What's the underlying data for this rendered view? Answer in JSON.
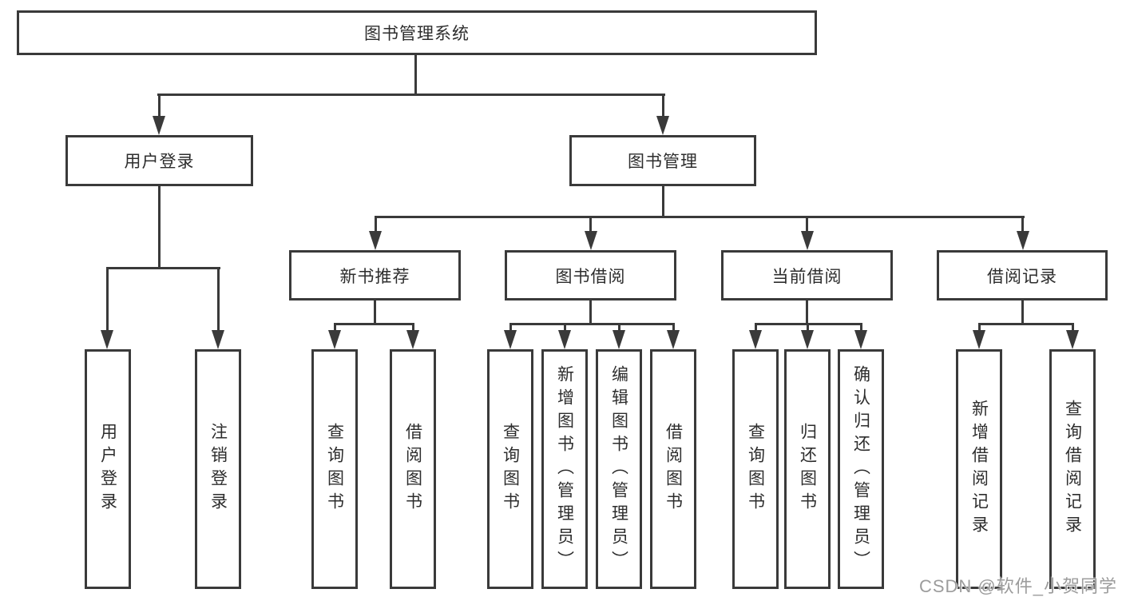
{
  "diagram": {
    "type": "hierarchy-tree",
    "colors": {
      "line": "#3a3a3a",
      "box_border": "#3a3a3a",
      "text": "#2d2d2d",
      "background": "#ffffff",
      "watermark_text": "#9c9c9c"
    }
  },
  "tree": {
    "label": "图书管理系统",
    "children": [
      {
        "label": "用户登录",
        "children": [
          {
            "label": "用户登录"
          },
          {
            "label": "注销登录"
          }
        ]
      },
      {
        "label": "图书管理",
        "children": [
          {
            "label": "新书推荐",
            "children": [
              {
                "label": "查询图书"
              },
              {
                "label": "借阅图书"
              }
            ]
          },
          {
            "label": "图书借阅",
            "children": [
              {
                "label": "查询图书"
              },
              {
                "label": "新增图书（管理员）"
              },
              {
                "label": "编辑图书（管理员）"
              },
              {
                "label": "借阅图书"
              }
            ]
          },
          {
            "label": "当前借阅",
            "children": [
              {
                "label": "查询图书"
              },
              {
                "label": "归还图书"
              },
              {
                "label": "确认归还（管理员）"
              }
            ]
          },
          {
            "label": "借阅记录",
            "children": [
              {
                "label": "新增借阅记录"
              },
              {
                "label": "查询借阅记录"
              }
            ]
          }
        ]
      }
    ]
  },
  "watermark": {
    "text": "CSDN @软件_小贺同学"
  }
}
